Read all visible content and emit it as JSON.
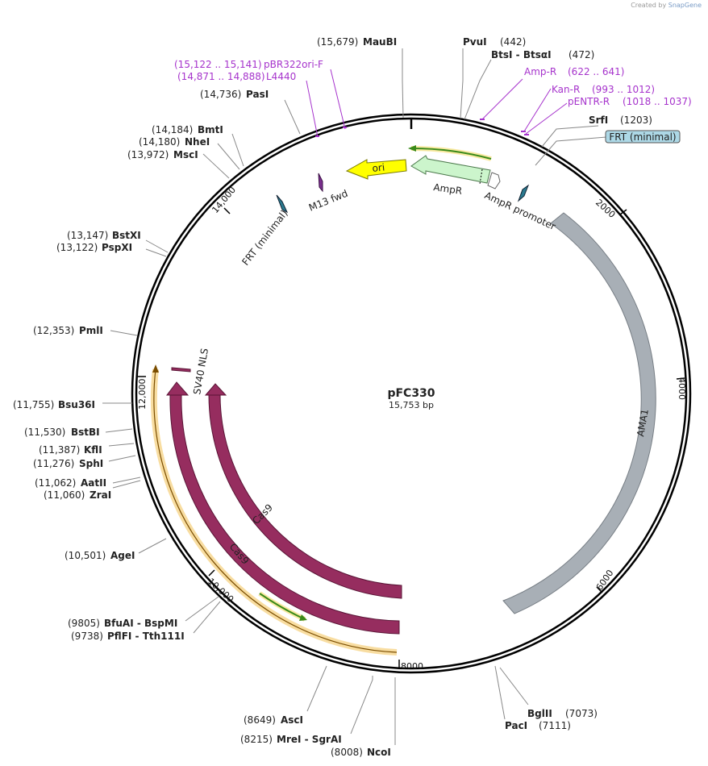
{
  "credit": {
    "prefix": "Created by",
    "brand": "SnapGene"
  },
  "plasmid": {
    "name": "pFC330",
    "size": "15,753 bp"
  },
  "ticks": [
    "2000",
    "4000",
    "6000",
    "8000",
    "10,000",
    "12,000",
    "14,000"
  ],
  "features": [
    {
      "name": "ori",
      "color": "#ffff00"
    },
    {
      "name": "AmpR",
      "color": "#ccf5cc"
    },
    {
      "name": "AmpR promoter",
      "color": "#ffffff"
    },
    {
      "name": "FRT (minimal)",
      "color": "#2b7a8f"
    },
    {
      "name": "FRT (minimal)",
      "color": "#2b7a8f"
    },
    {
      "name": "M13 fwd",
      "color": "#7b2f8f"
    },
    {
      "name": "AMA1",
      "color": "#a8afb6"
    },
    {
      "name": "Cas9",
      "color": "#962d5f"
    },
    {
      "name": "Cas9",
      "color": "#962d5f"
    },
    {
      "name": "SV40 NLS",
      "color": "#962d5f"
    }
  ],
  "enzymes": [
    {
      "pos": "(15,679)",
      "name": "MauBI"
    },
    {
      "pos": "(442)",
      "name": "PvuI"
    },
    {
      "pos": "(472)",
      "name": "BtsI - BtsαI"
    },
    {
      "pos": "(1203)",
      "name": "SrfI"
    },
    {
      "pos": "(14,736)",
      "name": "PasI"
    },
    {
      "pos": "(14,184)",
      "name": "BmtI"
    },
    {
      "pos": "(14,180)",
      "name": "NheI"
    },
    {
      "pos": "(13,972)",
      "name": "MscI"
    },
    {
      "pos": "(13,147)",
      "name": "BstXI"
    },
    {
      "pos": "(13,122)",
      "name": "PspXI"
    },
    {
      "pos": "(12,353)",
      "name": "PmlI"
    },
    {
      "pos": "(11,755)",
      "name": "Bsu36I"
    },
    {
      "pos": "(11,530)",
      "name": "BstBI"
    },
    {
      "pos": "(11,387)",
      "name": "KflI"
    },
    {
      "pos": "(11,276)",
      "name": "SphI"
    },
    {
      "pos": "(11,062)",
      "name": "AatII"
    },
    {
      "pos": "(11,060)",
      "name": "ZraI"
    },
    {
      "pos": "(10,501)",
      "name": "AgeI"
    },
    {
      "pos": "(9805)",
      "name": "BfuAI - BspMI"
    },
    {
      "pos": "(9738)",
      "name": "PflFI - Tth111I"
    },
    {
      "pos": "(8649)",
      "name": "AscI"
    },
    {
      "pos": "(8215)",
      "name": "MreI - SgrAI"
    },
    {
      "pos": "(8008)",
      "name": "NcoI"
    },
    {
      "pos": "(7073)",
      "name": "BglII"
    },
    {
      "pos": "(7111)",
      "name": "PacI"
    }
  ],
  "primers": [
    {
      "pos": "(15,122 .. 15,141)",
      "name": "pBR322ori-F"
    },
    {
      "pos": "(14,871 .. 14,888)",
      "name": "L4440"
    },
    {
      "name": "Amp-R",
      "pos": "(622 .. 641)"
    },
    {
      "name": "Kan-R",
      "pos": "(993 .. 1012)"
    },
    {
      "name": "pENTR-R",
      "pos": "(1018 .. 1037)"
    }
  ],
  "boxed_label": {
    "text": "FRT (minimal)",
    "fill": "#add8e6"
  }
}
